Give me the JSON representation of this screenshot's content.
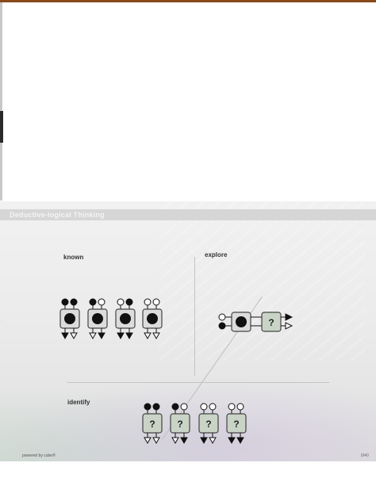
{
  "colors": {
    "frame": "#8a4a1c",
    "fill_known": "#dcdcdc",
    "fill_unknown": "#c9d3c6",
    "dark": "#111111"
  },
  "header": {
    "title": "Deductive-logical Thinking"
  },
  "sections": {
    "known": "known",
    "explore": "explore",
    "identify": "identify"
  },
  "known_units": [
    {
      "inputs": [
        "filled",
        "filled"
      ],
      "outputs": [
        "filled",
        "open"
      ]
    },
    {
      "inputs": [
        "filled",
        "open"
      ],
      "outputs": [
        "open",
        "filled"
      ]
    },
    {
      "inputs": [
        "open",
        "filled"
      ],
      "outputs": [
        "filled",
        "filled"
      ]
    },
    {
      "inputs": [
        "open",
        "open"
      ],
      "outputs": [
        "open",
        "open"
      ]
    }
  ],
  "explore_unit": {
    "inputs": [
      "open",
      "filled"
    ],
    "outputs": [
      "filled",
      "open"
    ],
    "unknown_symbol": "?"
  },
  "identify_units": [
    {
      "inputs": [
        "filled",
        "filled"
      ],
      "outputs": [
        "open",
        "open"
      ],
      "symbol": "?"
    },
    {
      "inputs": [
        "filled",
        "open"
      ],
      "outputs": [
        "open",
        "filled"
      ],
      "symbol": "?"
    },
    {
      "inputs": [
        "open",
        "open"
      ],
      "outputs": [
        "filled",
        "open"
      ],
      "symbol": "?"
    },
    {
      "inputs": [
        "open",
        "open"
      ],
      "outputs": [
        "filled",
        "filled"
      ],
      "symbol": "?"
    }
  ],
  "footer": {
    "powered_by": "powered by cube®",
    "right_mark": "0/40"
  }
}
